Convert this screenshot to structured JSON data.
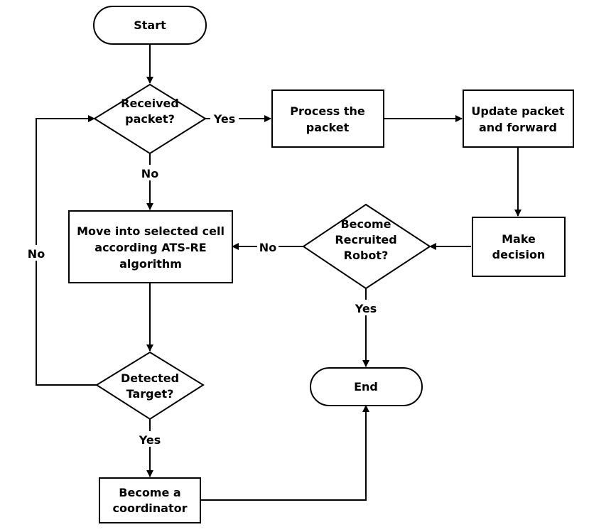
{
  "nodes": {
    "start": "Start",
    "received": [
      "Received",
      "packet?"
    ],
    "process": [
      "Process the",
      "packet"
    ],
    "update": [
      "Update packet",
      "and forward"
    ],
    "move": [
      "Move into selected cell",
      "according ATS-RE",
      "algorithm"
    ],
    "become_recruited": [
      "Become",
      "Recruited",
      "Robot?"
    ],
    "make_decision": [
      "Make",
      "decision"
    ],
    "detected": [
      "Detected",
      "Target?"
    ],
    "end": "End",
    "coordinator": [
      "Become a",
      "coordinator"
    ]
  },
  "edges": {
    "received_yes": "Yes",
    "received_no": "No",
    "loop_no": "No",
    "recruited_no": "No",
    "recruited_yes": "Yes",
    "detected_yes": "Yes"
  },
  "colors": {
    "stroke": "#000000",
    "fill": "#ffffff"
  }
}
